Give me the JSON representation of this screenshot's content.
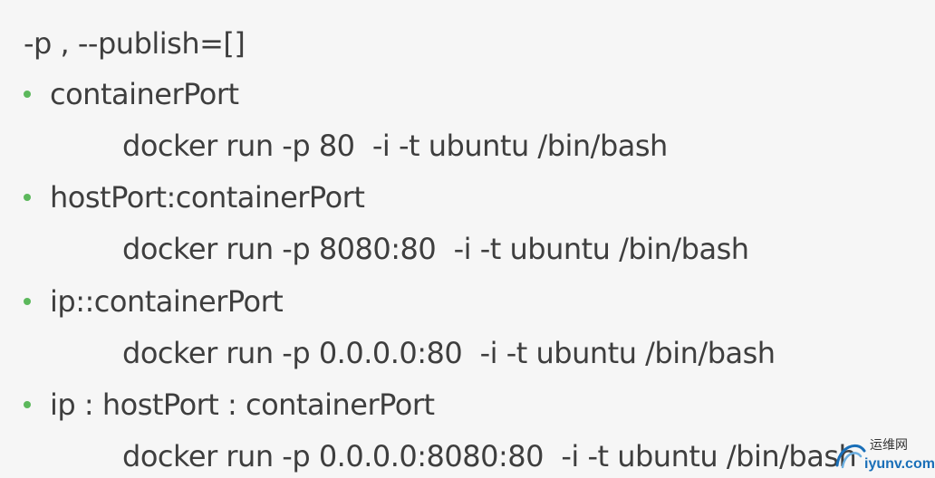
{
  "heading": "-p , --publish=[]",
  "items": [
    {
      "label": "containerPort",
      "command": "docker run -p 80  -i -t ubuntu /bin/bash"
    },
    {
      "label": "hostPort:containerPort",
      "command": "docker run -p 8080:80  -i -t ubuntu /bin/bash"
    },
    {
      "label": "ip::containerPort",
      "command": "docker run -p 0.0.0.0:80  -i -t ubuntu /bin/bash"
    },
    {
      "label": "ip : hostPort : containerPort",
      "command": "docker run -p 0.0.0.0:8080:80  -i -t ubuntu /bin/bash"
    }
  ],
  "watermark": {
    "cn": "运维网",
    "en": "iyunv.com"
  },
  "colors": {
    "bullet": "#5cb85c",
    "text": "#3e3e3e",
    "background": "#f6f6f6",
    "logo_blue": "#1a6fb8"
  }
}
